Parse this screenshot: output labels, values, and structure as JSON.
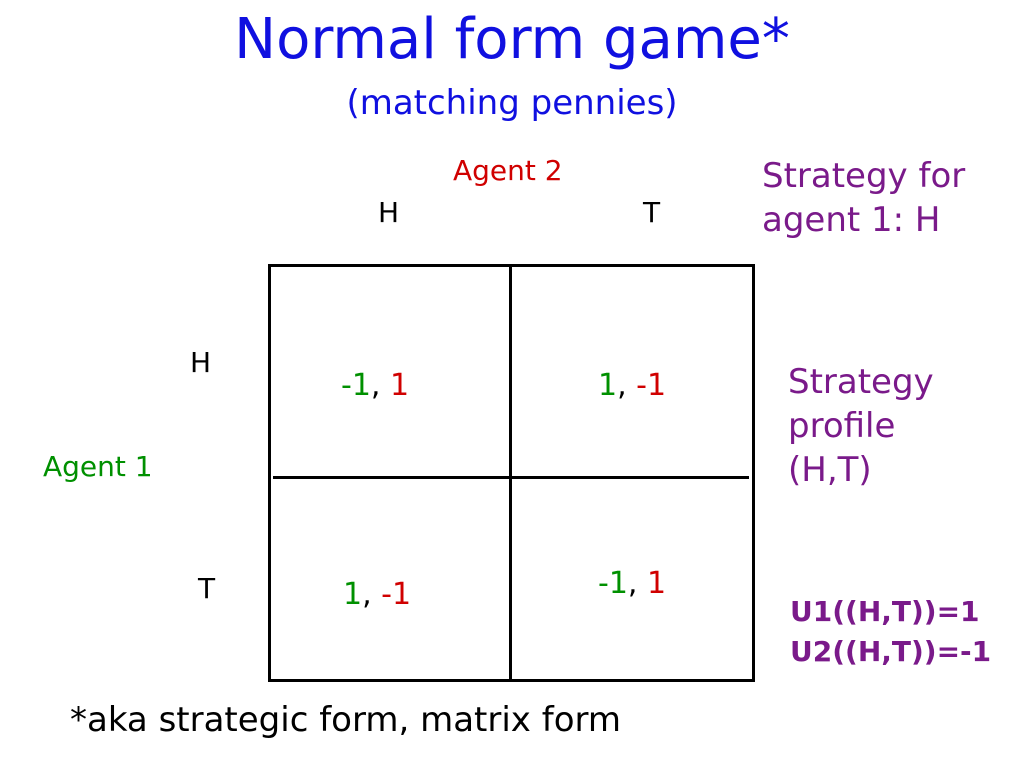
{
  "slide": {
    "title": "Normal form game*",
    "subtitle": "(matching pennies)",
    "agent2_label": "Agent 2",
    "agent1_label": "Agent 1",
    "col_headers": [
      "H",
      "T"
    ],
    "row_headers": [
      "H",
      "T"
    ],
    "payoffs": [
      [
        {
          "a1": "-1",
          "sep": ", ",
          "a2": "1"
        },
        {
          "a1": "1",
          "sep": ", ",
          "a2": "-1"
        }
      ],
      [
        {
          "a1": "1",
          "sep": ", ",
          "a2": "-1"
        },
        {
          "a1": "-1",
          "sep": ", ",
          "a2": "1"
        }
      ]
    ],
    "strategy_for": "Strategy for agent 1: H",
    "strategy_profile": "Strategy profile (H,T)",
    "u1": "U1((H,T))=1",
    "u2": "U2((H,T))=-1",
    "footnote": "*aka strategic form, matrix form",
    "colors": {
      "title": "#1010e0",
      "agent1": "#009000",
      "agent2": "#d00000",
      "annotation": "#7a1a8a"
    }
  }
}
